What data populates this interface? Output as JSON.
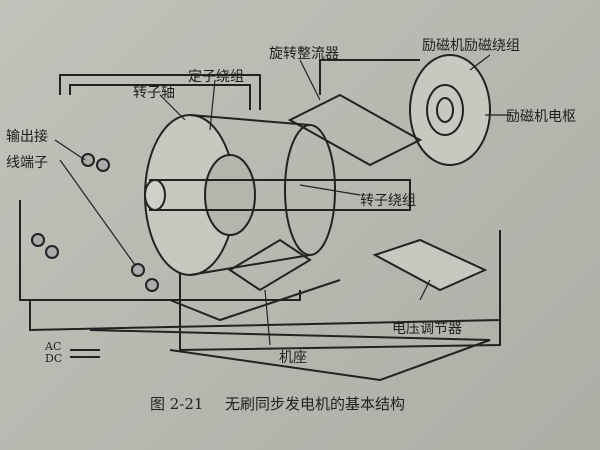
{
  "labels": {
    "rotating_rectifier": "旋转整流器",
    "exciter_field_winding": "励磁机励磁绕组",
    "stator_winding": "定子绕组",
    "rotor_shaft": "转子轴",
    "output_terminal_1": "输出接",
    "output_terminal_2": "线端子",
    "exciter_armature": "励磁机电枢",
    "rotor_winding": "转子绕组",
    "voltage_regulator": "电压调节器",
    "frame": "机座",
    "ac": "AC",
    "dc": "DC"
  },
  "caption": {
    "figure_number": "图 2-21",
    "title": "无刷同步发电机的基本结构"
  }
}
